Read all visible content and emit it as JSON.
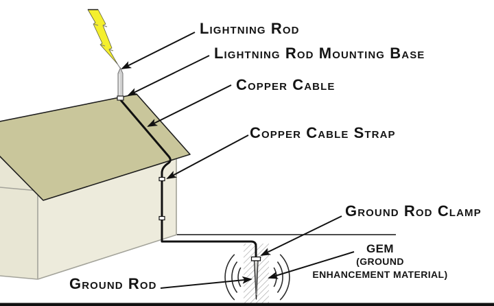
{
  "diagram": {
    "labels": {
      "lightning_rod": "Lightning Rod",
      "lightning_rod_mounting_base": "Lightning Rod Mounting Base",
      "copper_cable": "Copper Cable",
      "copper_cable_strap": "Copper Cable Strap",
      "ground_rod_clamp": "Ground Rod Clamp",
      "gem": {
        "title": "GEM",
        "lines": [
          "(GROUND",
          "ENHANCEMENT MATERIAL)"
        ]
      },
      "ground_rod": "Ground Rod"
    },
    "colors": {
      "roof": "#c9c69b",
      "front_wall": "#edebdc",
      "side_wall": "#e8e6d4",
      "lightning_bolt": "#f4ef2e",
      "lightning_rod": "#d0d0d0",
      "cable": "#111111",
      "gem_hatch": "#a8a8a8"
    }
  }
}
